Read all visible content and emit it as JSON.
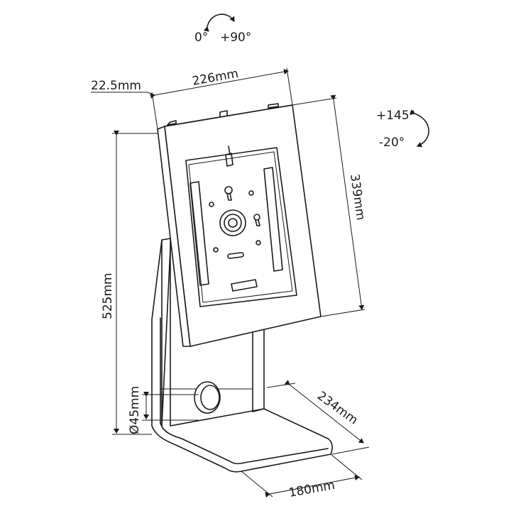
{
  "rotation": {
    "left": "0°",
    "right": "+90°"
  },
  "tilt": {
    "up": "+145°",
    "down": "-20°"
  },
  "dimensions": {
    "thickness": "22.5mm",
    "width": "226mm",
    "panel_height": "339mm",
    "total_height": "525mm",
    "hole_diameter": "Ø45mm",
    "base_depth": "234mm",
    "base_width": "180mm"
  },
  "colors": {
    "line": "#1a1a1a",
    "background": "#ffffff"
  }
}
